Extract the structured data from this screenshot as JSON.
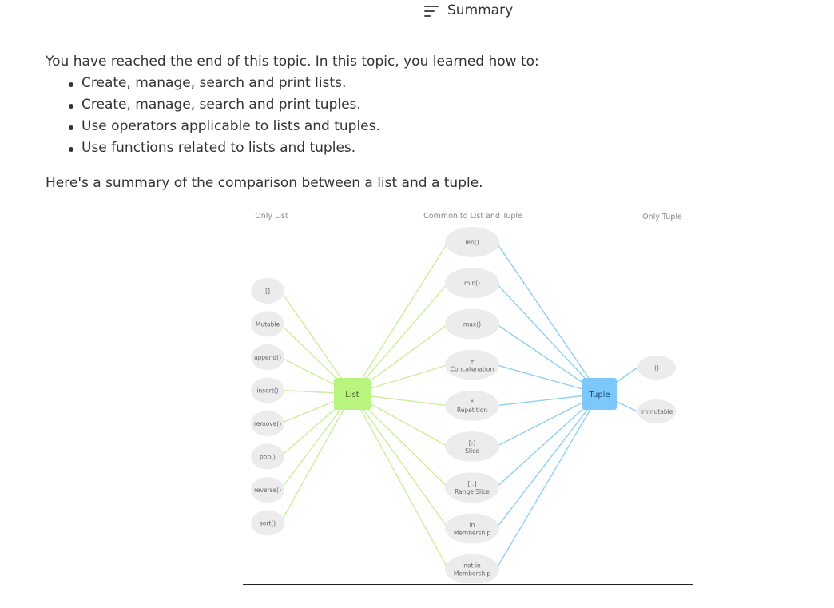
{
  "header": {
    "title": "Summary",
    "menu_icon": "menu-lines-icon"
  },
  "intro": "You have reached the end of this topic. In this topic, you learned how to:",
  "points": [
    "Create, manage, search and print lists.",
    "Create, manage, search and print tuples.",
    "Use operators applicable to lists and tuples.",
    "Use functions related to lists and tuples."
  ],
  "comparison_intro": "Here's a summary of the comparison between a list and a tuple.",
  "diagram": {
    "column_headers": {
      "only_list": "Only List",
      "common": "Common to List and Tuple",
      "only_tuple": "Only Tuple"
    },
    "list_node": "List",
    "tuple_node": "Tuple",
    "list_only": [
      "[]",
      "Mutable",
      "append()",
      "insert()",
      "remove()",
      "pop()",
      "reverse()",
      "sort()"
    ],
    "common": [
      {
        "symbol": "",
        "label": "len()"
      },
      {
        "symbol": "",
        "label": "min()"
      },
      {
        "symbol": "",
        "label": "max()"
      },
      {
        "symbol": "+",
        "label": "Concatenation"
      },
      {
        "symbol": "*",
        "label": "Repetition"
      },
      {
        "symbol": "[:]",
        "label": "Slice"
      },
      {
        "symbol": "[::]",
        "label": "Range Slice"
      },
      {
        "symbol": "in",
        "label": "Membership"
      },
      {
        "symbol": "not in",
        "label": "Membership"
      }
    ],
    "tuple_only": [
      "()",
      "Immutable"
    ],
    "colors": {
      "list_node": "#b9f47e",
      "tuple_node": "#7cc8fb",
      "list_edge": "#c9ef9a",
      "tuple_edge": "#8fcff2",
      "ellipse": "#ececec",
      "text": "#666666"
    }
  }
}
